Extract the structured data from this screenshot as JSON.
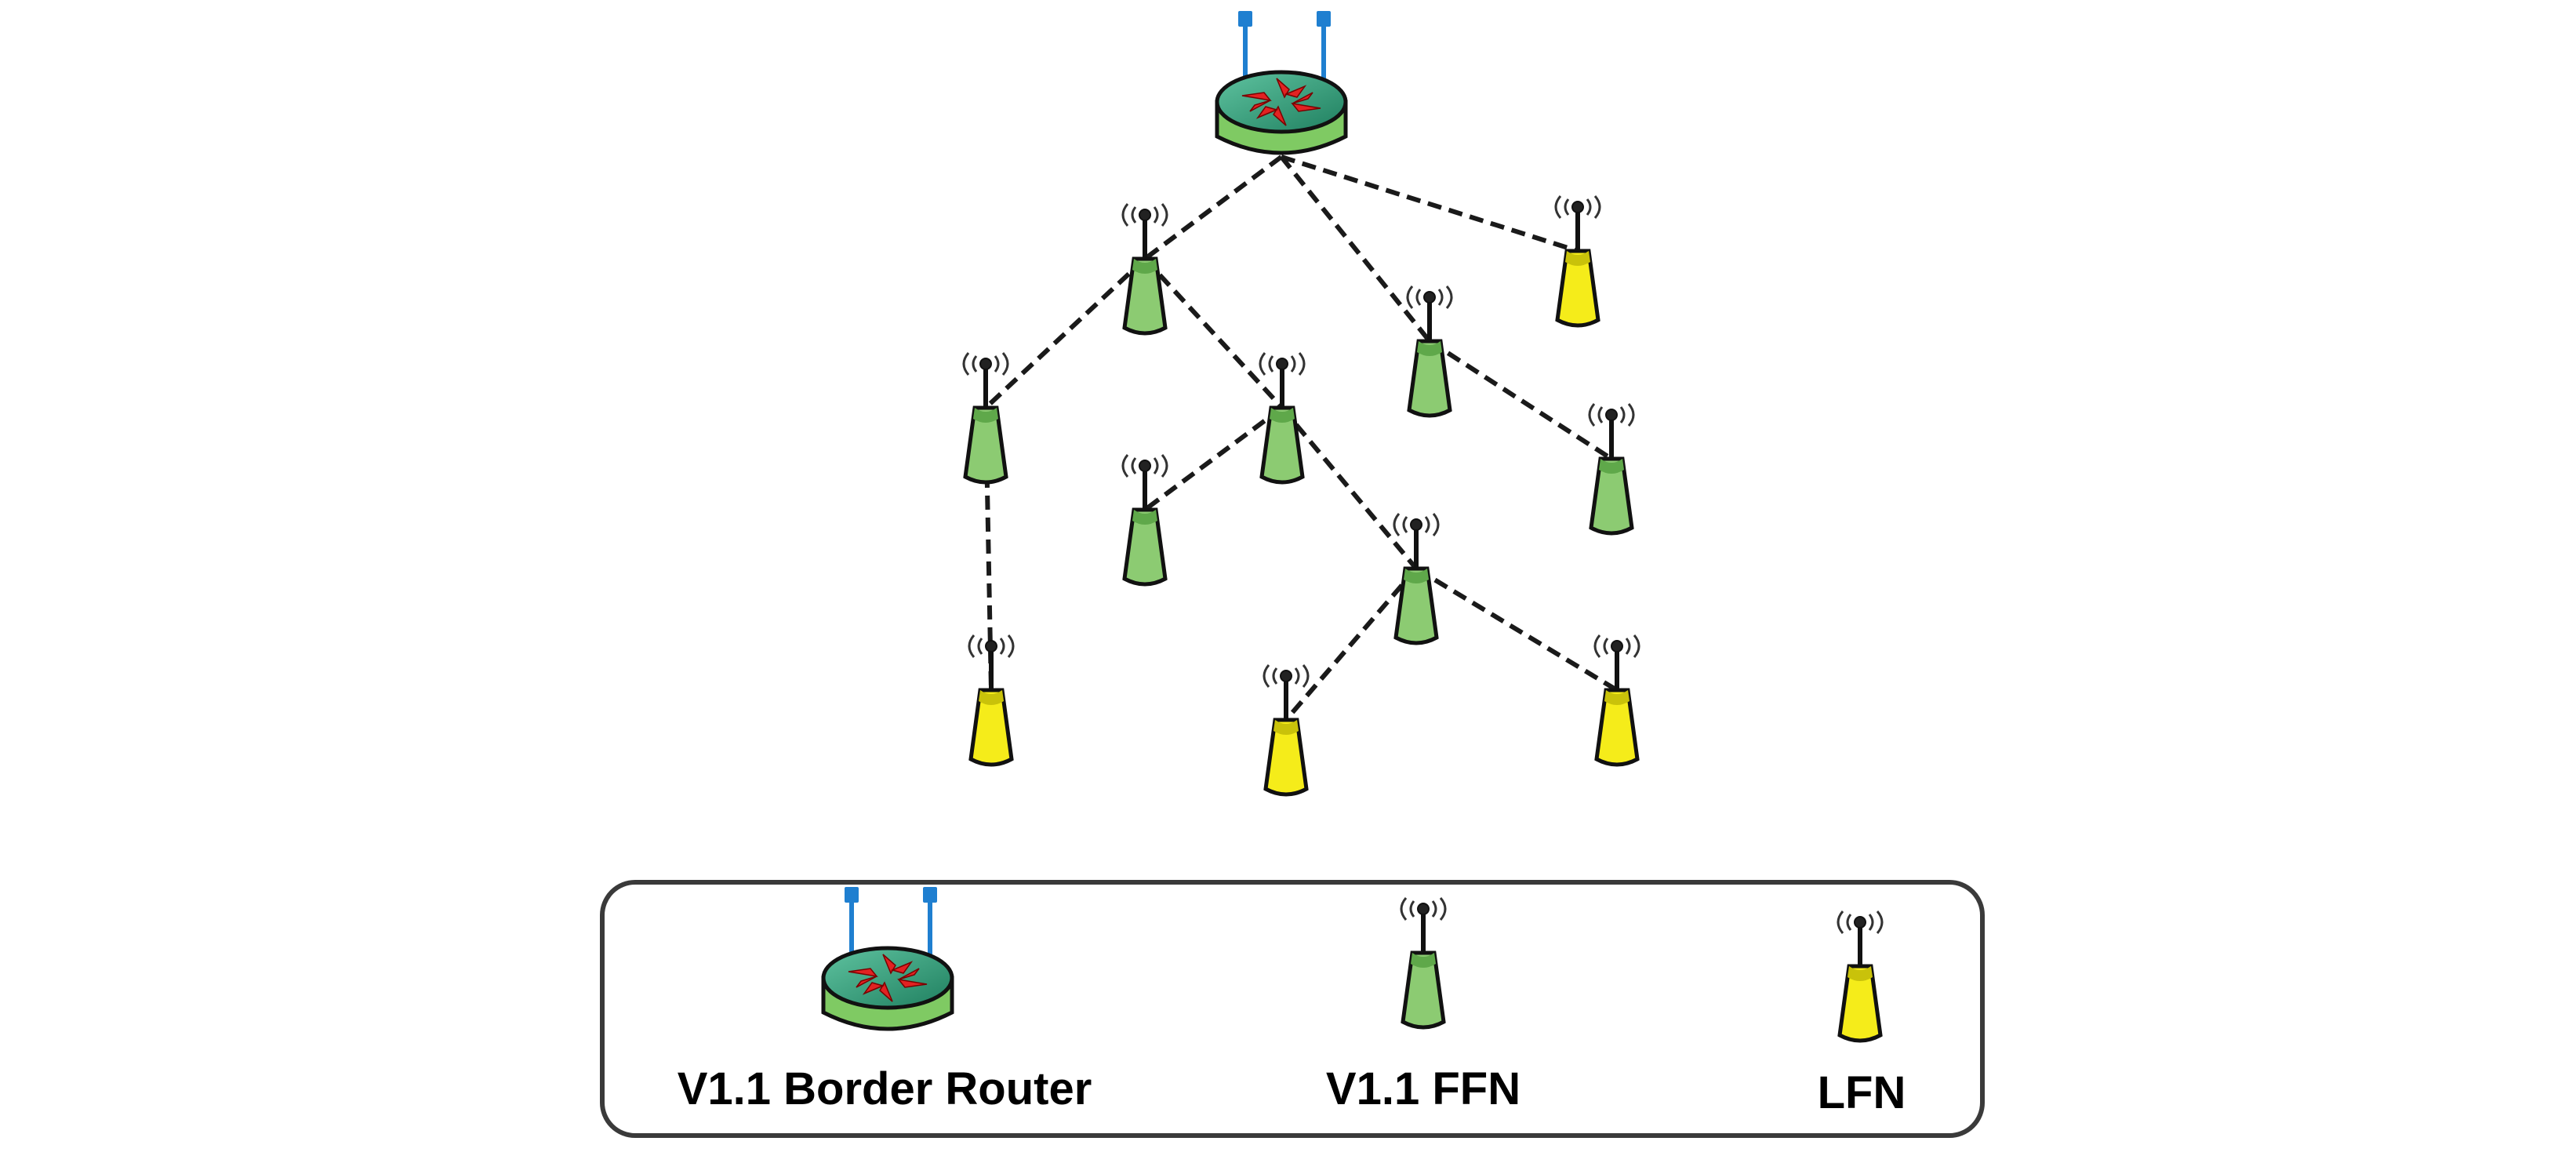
{
  "colors": {
    "ffn_fill": "#8ccb72",
    "ffn_top": "#5fa84a",
    "lfn_fill": "#f5ec1a",
    "lfn_top": "#c9c20a",
    "router_body": "#7fca63",
    "router_top": "#2e9b7a",
    "router_arrow": "#e22222",
    "antenna_blue": "#1f7fd0",
    "link": "#1a1a1a",
    "legend_border": "#3a3a3a"
  },
  "legend": {
    "border_router": "V1.1 Border Router",
    "ffn": "V1.1 FFN",
    "lfn": "LFN"
  },
  "nodes": [
    {
      "id": "br",
      "type": "border-router"
    },
    {
      "id": "n1",
      "type": "ffn"
    },
    {
      "id": "n2",
      "type": "lfn"
    },
    {
      "id": "n3",
      "type": "ffn"
    },
    {
      "id": "n4",
      "type": "ffn"
    },
    {
      "id": "n5",
      "type": "ffn"
    },
    {
      "id": "n6",
      "type": "ffn"
    },
    {
      "id": "n7",
      "type": "ffn"
    },
    {
      "id": "n8",
      "type": "ffn"
    },
    {
      "id": "n9",
      "type": "ffn"
    },
    {
      "id": "n10",
      "type": "lfn"
    },
    {
      "id": "n11",
      "type": "lfn"
    },
    {
      "id": "n12",
      "type": "lfn"
    }
  ],
  "links": [
    [
      "br",
      "n1"
    ],
    [
      "br",
      "n3"
    ],
    [
      "br",
      "n2"
    ],
    [
      "n1",
      "n4"
    ],
    [
      "n1",
      "n5"
    ],
    [
      "n3",
      "n6"
    ],
    [
      "n4",
      "n10"
    ],
    [
      "n5",
      "n7"
    ],
    [
      "n5",
      "n8"
    ],
    [
      "n8",
      "n11"
    ],
    [
      "n8",
      "n12"
    ]
  ]
}
